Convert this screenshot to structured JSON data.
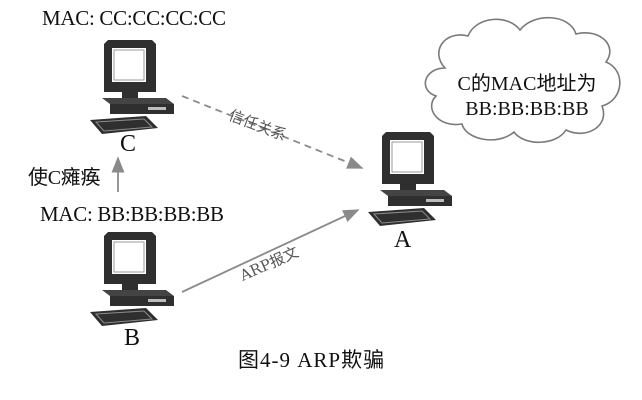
{
  "diagram": {
    "nodes": {
      "c": {
        "letter": "C",
        "mac_label": "MAC: CC:CC:CC:CC",
        "icon": "computer-icon"
      },
      "b": {
        "letter": "B",
        "mac_label": "MAC: BB:BB:BB:BB",
        "icon": "computer-icon"
      },
      "a": {
        "letter": "A",
        "icon": "computer-icon"
      }
    },
    "edges": {
      "trust": {
        "label": "信任关系",
        "from": "C",
        "to": "A",
        "style": "dashed"
      },
      "arp": {
        "label": "ARP报文",
        "from": "B",
        "to": "A",
        "style": "solid"
      },
      "paralyze": {
        "label": "使C瘫痪",
        "from": "B",
        "to": "C",
        "style": "solid"
      }
    },
    "cloud": {
      "line1": "C的MAC地址为",
      "line2": "BB:BB:BB:BB",
      "icon": "cloud-icon"
    },
    "caption": "图4-9 ARP欺骗",
    "colors": {
      "computer_body": "#2f2f2f",
      "screen": "#ffffff",
      "arrow": "#8a8a8a",
      "cloud_stroke": "#7a7a7a"
    }
  }
}
